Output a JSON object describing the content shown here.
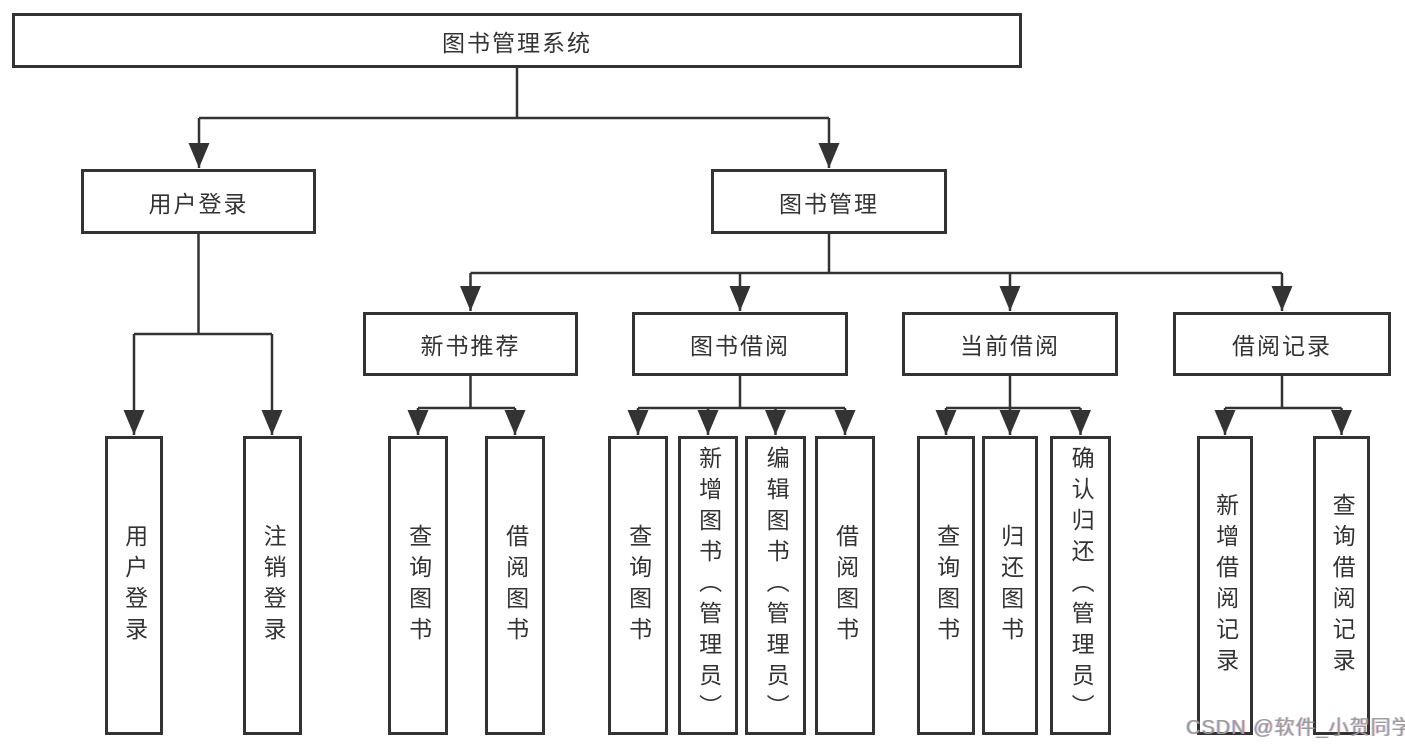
{
  "tree": {
    "root": "图书管理系统",
    "branches": [
      {
        "label": "用户登录",
        "children": [
          {
            "label": "用户登录"
          },
          {
            "label": "注销登录"
          }
        ]
      },
      {
        "label": "图书管理",
        "children": [
          {
            "label": "新书推荐",
            "children": [
              {
                "label": "查询图书"
              },
              {
                "label": "借阅图书"
              }
            ]
          },
          {
            "label": "图书借阅",
            "children": [
              {
                "label": "查询图书"
              },
              {
                "label": "新增图书（管理员）"
              },
              {
                "label": "编辑图书（管理员）"
              },
              {
                "label": "借阅图书"
              }
            ]
          },
          {
            "label": "当前借阅",
            "children": [
              {
                "label": "查询图书"
              },
              {
                "label": "归还图书"
              },
              {
                "label": "确认归还（管理员）"
              }
            ]
          },
          {
            "label": "借阅记录",
            "children": [
              {
                "label": "新增借阅记录"
              },
              {
                "label": "查询借阅记录"
              }
            ]
          }
        ]
      }
    ]
  },
  "watermark": "CSDN @软件_小贺同学",
  "colors": {
    "line": "#333333",
    "box_border": "#333333",
    "text": "#333333",
    "watermark": "#9b9b9b",
    "background": "#ffffff"
  }
}
